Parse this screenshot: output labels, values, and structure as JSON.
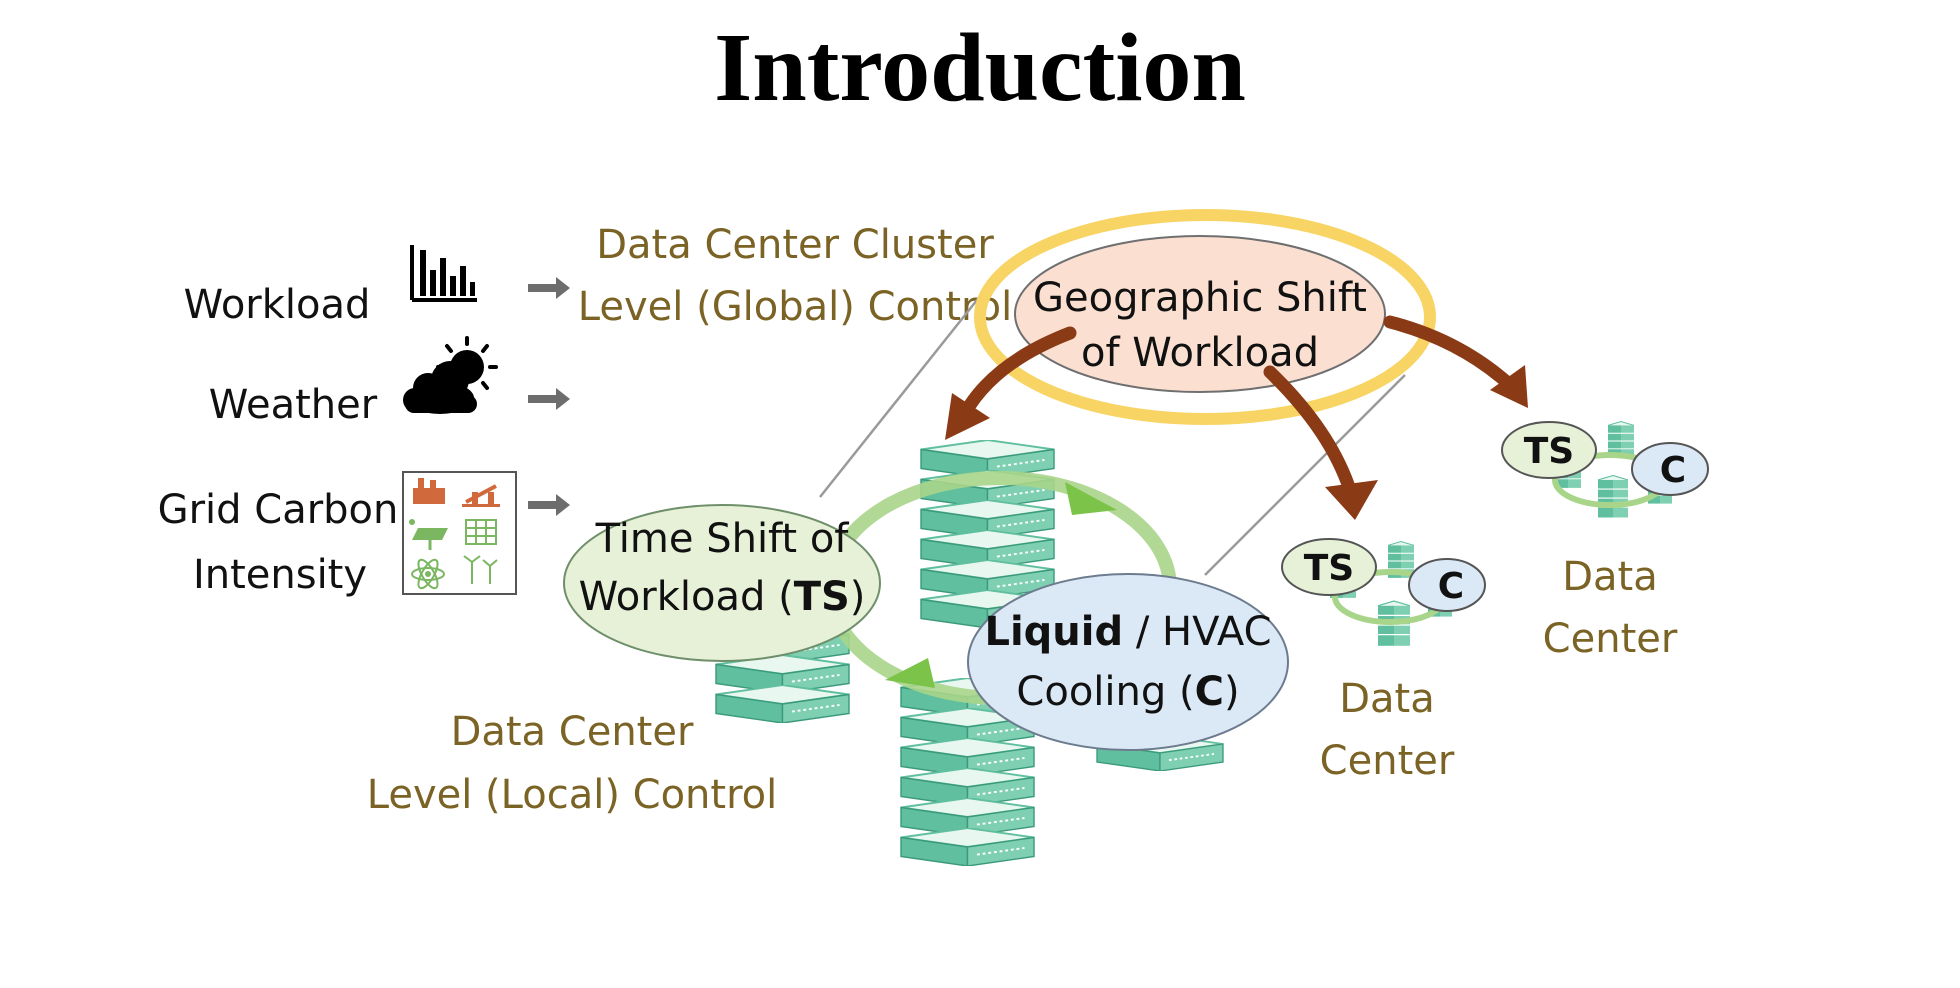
{
  "title": "Introduction",
  "inputs": {
    "workload": "Workload",
    "weather": "Weather",
    "grid_line1": "Grid Carbon",
    "grid_line2": "Intensity"
  },
  "global_control": {
    "line1": "Data Center Cluster",
    "line2": "Level (Global) Control"
  },
  "local_control": {
    "line1": "Data Center",
    "line2": "Level (Local) Control"
  },
  "geo_shift": {
    "line1": "Geographic  Shift",
    "line2": "of Workload"
  },
  "time_shift": {
    "line1": "Time Shift of",
    "line2_prefix": "Workload (",
    "line2_bold": "TS",
    "line2_suffix": ")"
  },
  "cooling": {
    "line1_bold": "Liquid",
    "line1_rest": " / HVAC",
    "line2_prefix": "Cooling (",
    "line2_bold": "C",
    "line2_suffix": ")"
  },
  "mini_dc": {
    "ts": "TS",
    "c": "C",
    "label_line1": "Data",
    "label_line2": "Center"
  },
  "colors": {
    "gold_text": "#7a6325",
    "geo_fill": "#fbe0d2",
    "ts_fill": "#e6f1d8",
    "c_fill": "#dbe8f5",
    "gold_ring": "#f7d463",
    "arrow_brown": "#8b3a16",
    "loop_green": "#a8d58a",
    "server_teal": "#5fbf9e"
  }
}
